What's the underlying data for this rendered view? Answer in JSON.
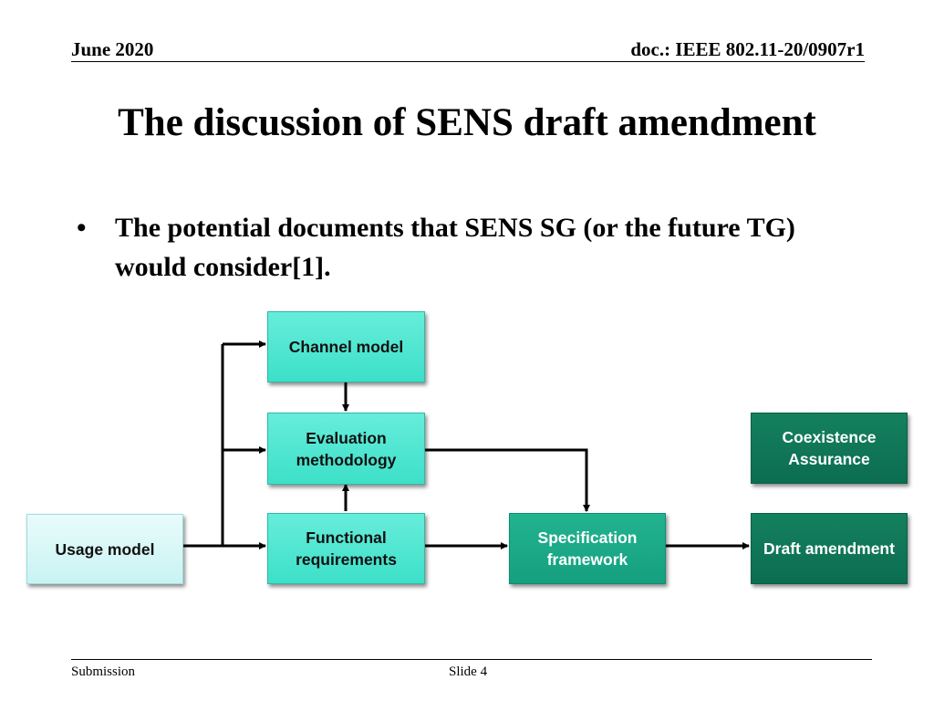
{
  "header": {
    "date": "June 2020",
    "doc": "doc.: IEEE 802.11-20/0907r1"
  },
  "slide": {
    "title": "The discussion of SENS draft amendment",
    "bullet_marker": "•",
    "bullet": "The potential documents that SENS SG (or the future TG) would consider[1]."
  },
  "diagram": {
    "channel_model": "Channel model",
    "evaluation_methodology": "Evaluation methodology",
    "functional_requirements": "Functional requirements",
    "usage_model": "Usage model",
    "specification_framework": "Specification framework",
    "coexistence_assurance": "Coexistence Assurance",
    "draft_amendment": "Draft amendment"
  },
  "colors": {
    "light_teal": "#4fe8d2",
    "medium_green": "#1aa886",
    "dark_green": "#0f7a58",
    "pale_cyan": "#d9f7f7"
  },
  "footer": {
    "left": "Submission",
    "center": "Slide 4"
  }
}
